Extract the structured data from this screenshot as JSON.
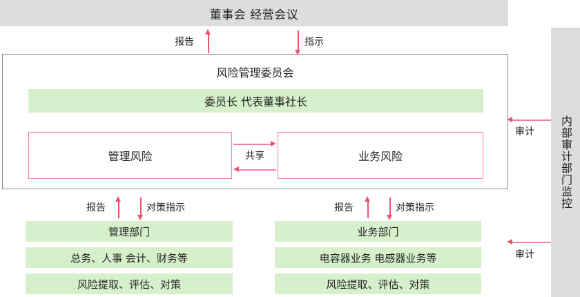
{
  "top_banner": {
    "label": "董事会  经营会议"
  },
  "side_panel": {
    "label": "内部审计部门监控"
  },
  "committee": {
    "title": "风险管理委员会",
    "chair_bar": "委员长 代表董事社长",
    "risk_left": "管理风险",
    "risk_right": "业务风险",
    "share_label": "共享"
  },
  "flows": {
    "report": "报告",
    "instruction": "指示",
    "countermeasure": "对策指示",
    "audit": "审计"
  },
  "departments": {
    "left_column": [
      "管理部门",
      "总务、人事 会计、财务等",
      "风险提取、评估、对策"
    ],
    "right_column": [
      "业务部门",
      "电容器业务 电感器业务等",
      "风险提取、评估、对策"
    ]
  },
  "colors": {
    "banner_gray": "#dcdddd",
    "green_bar": "#d5f0cb",
    "pink_border": "#f4809b",
    "arrow_red": "#e8536f",
    "box_border": "#898989",
    "text": "#231f20"
  }
}
